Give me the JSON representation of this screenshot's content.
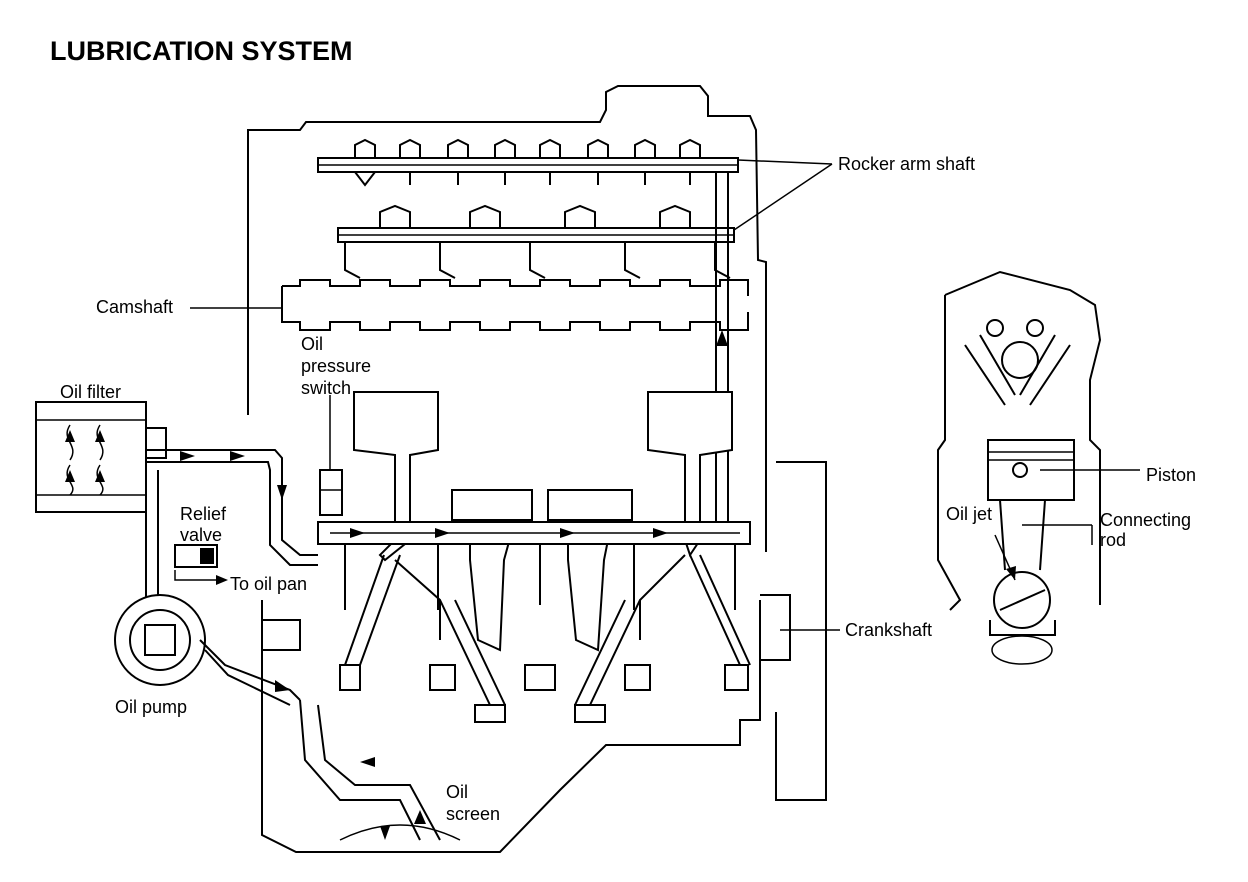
{
  "title": "LUBRICATION SYSTEM",
  "labels": {
    "rocker_arm_shaft": "Rocker arm shaft",
    "camshaft": "Camshaft",
    "oil_pressure_switch": [
      "Oil",
      "pressure",
      "switch"
    ],
    "oil_filter": "Oil filter",
    "relief_valve": [
      "Relief",
      "valve"
    ],
    "to_oil_pan": "To oil pan",
    "oil_pump": "Oil pump",
    "oil_screen": [
      "Oil",
      "screen"
    ],
    "crankshaft": "Crankshaft",
    "piston": "Piston",
    "oil_jet": "Oil jet",
    "connecting_rod": [
      "Connecting",
      "rod"
    ]
  }
}
